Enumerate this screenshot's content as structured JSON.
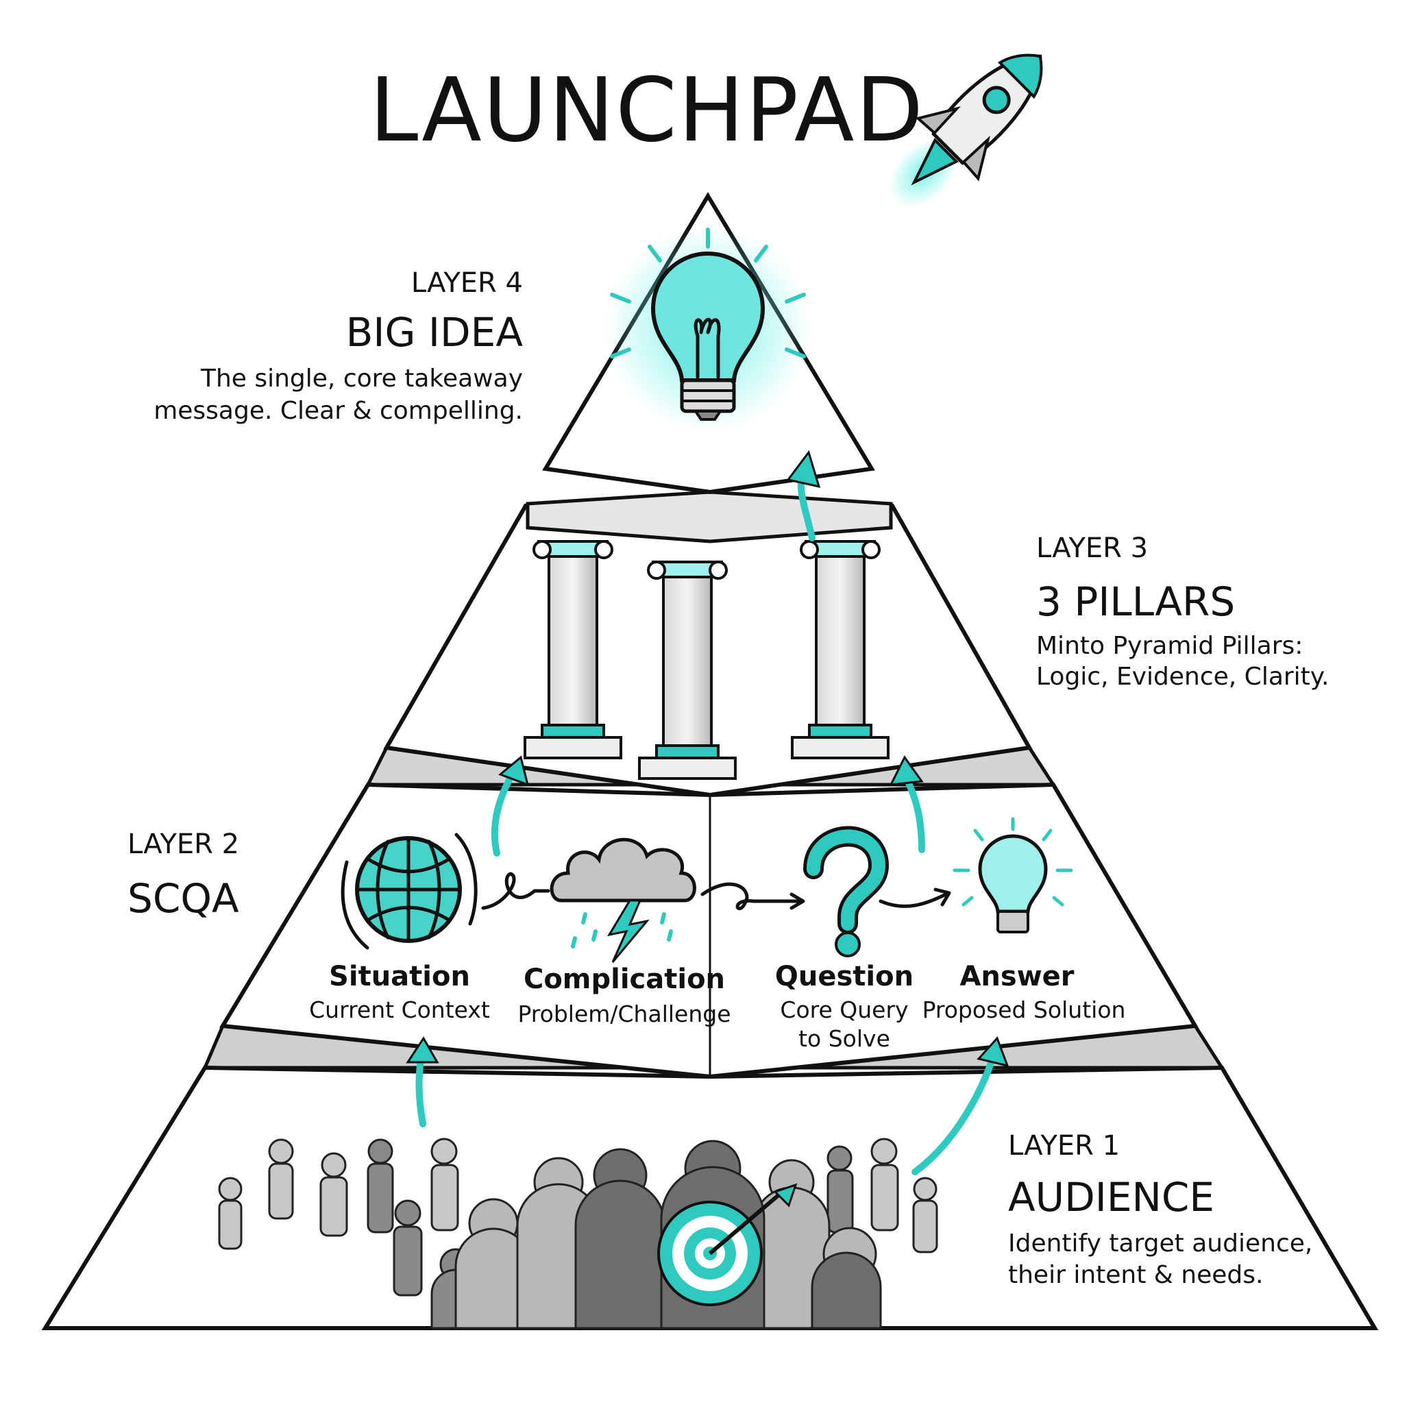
{
  "title": "LAUNCHPAD",
  "colors": {
    "accent": "#2ec9bf",
    "accent_light": "#9ff0ea",
    "gray": "#c8c8c8",
    "ink": "#111111"
  },
  "layers": {
    "layer4": {
      "label": "LAYER 4",
      "name": "BIG IDEA",
      "desc": [
        "The single, core takeaway",
        "message. Clear & compelling."
      ]
    },
    "layer3": {
      "label": "LAYER 3",
      "name": "3 PILLARS",
      "desc": [
        "Minto Pyramid Pillars:",
        "Logic, Evidence, Clarity."
      ]
    },
    "layer2": {
      "label": "LAYER 2",
      "name": "SCQA",
      "steps": [
        {
          "title": "Situation",
          "sub": [
            "Current Context"
          ],
          "icon": "globe-icon"
        },
        {
          "title": "Complication",
          "sub": [
            "Problem/Challenge"
          ],
          "icon": "storm-cloud-icon"
        },
        {
          "title": "Question",
          "sub": [
            "Core Query",
            "to Solve"
          ],
          "icon": "question-mark-icon"
        },
        {
          "title": "Answer",
          "sub": [
            "Proposed Solution"
          ],
          "icon": "lightbulb-icon"
        }
      ]
    },
    "layer1": {
      "label": "LAYER 1",
      "name": "AUDIENCE",
      "desc": [
        "Identify target audience,",
        "their intent & needs."
      ]
    }
  }
}
